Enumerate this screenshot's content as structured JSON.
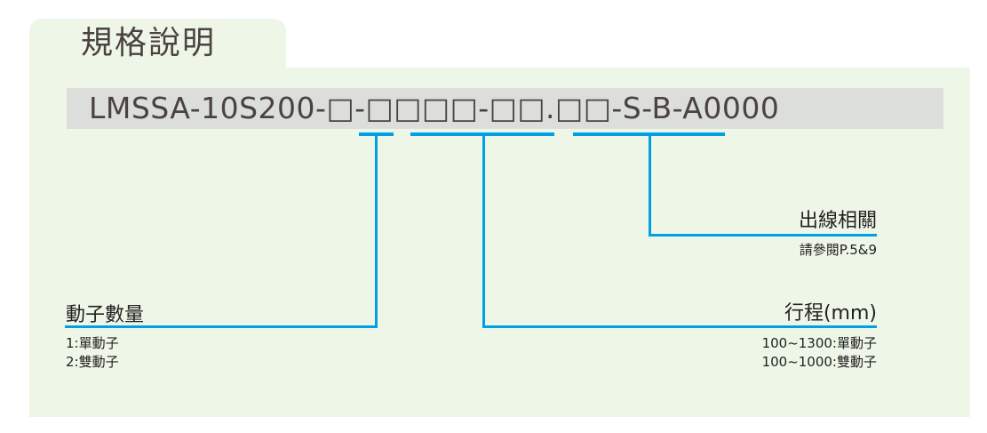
{
  "header": {
    "title": "規格說明"
  },
  "model_code": {
    "text": "LMSSA-10S200-□-□□□□-□□.□□-S-B-A0000"
  },
  "fields": [
    {
      "title": "動子數量",
      "notes": [
        "1:單動子",
        "2:雙動子"
      ]
    },
    {
      "title": "行程(mm)",
      "notes": [
        "100~1300:單動子",
        "100~1000:雙動子"
      ]
    },
    {
      "title": "出線相關",
      "notes": [
        "請參閱P.5&9"
      ]
    }
  ],
  "colors": {
    "accent": "#00a0e4",
    "panel": "#eef6e8",
    "code_bg": "#dcdedb",
    "text": "#4a4340"
  }
}
